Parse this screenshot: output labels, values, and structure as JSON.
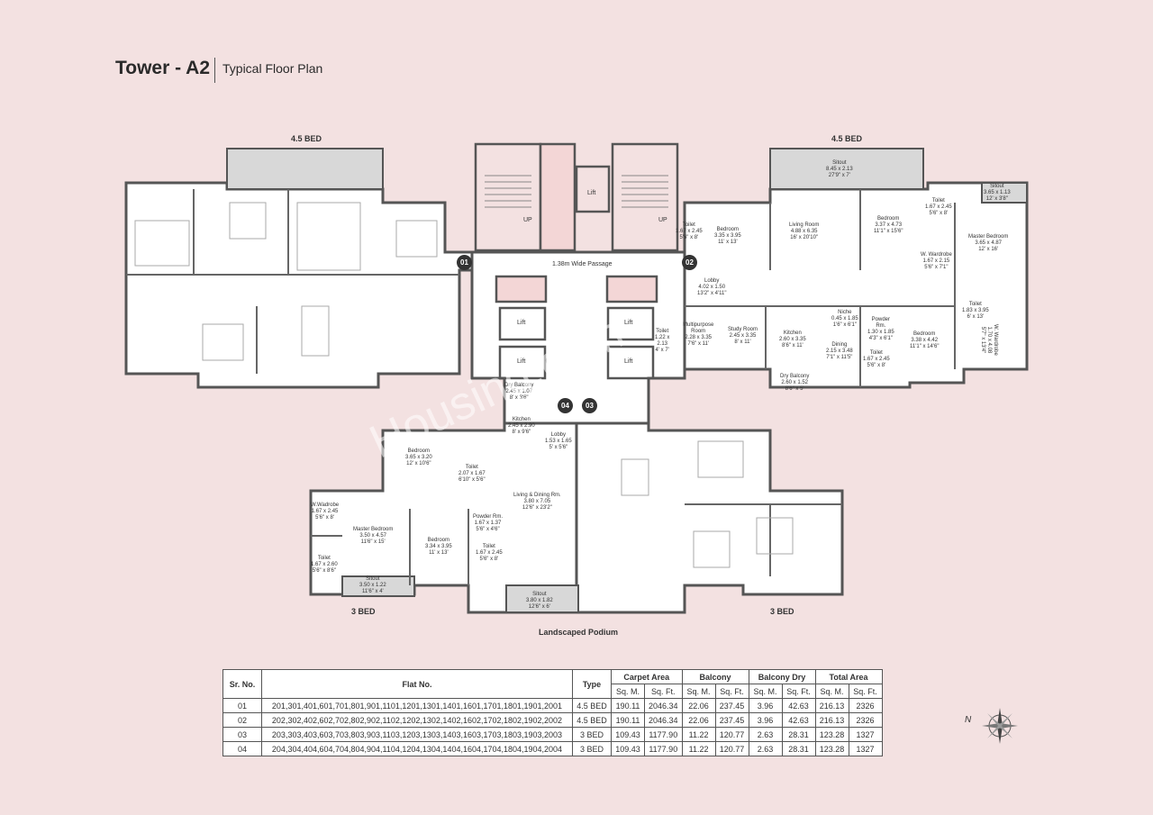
{
  "header": {
    "title": "Tower - A2",
    "subtitle": "Typical Floor Plan"
  },
  "wing_labels": {
    "top_left": "4.5 BED",
    "top_right": "4.5 BED",
    "bottom_left": "3 BED",
    "bottom_right": "3 BED"
  },
  "podium_label": "Landscaped Podium",
  "watermark": "Housing.com",
  "compass_label": "N",
  "unit_markers": [
    "01",
    "02",
    "03",
    "04"
  ],
  "rooms": {
    "passage": "1.38m Wide Passage",
    "lift": "Lift",
    "up": "UP",
    "r_toilet1": [
      "Toilet",
      "1.67 x 2.45",
      "5'6\" x 8'"
    ],
    "r_bedroom1": [
      "Bedroom",
      "3.35 x 3.95",
      "11' x 13'"
    ],
    "r_sitout": [
      "Sitout",
      "8.45 x 2.13",
      "27'9\" x 7'"
    ],
    "r_living": [
      "Living Room",
      "4.88 x 6.35",
      "16' x 20'10\""
    ],
    "r_bedroom2": [
      "Bedroom",
      "3.37 x 4.73",
      "11'1\" x 15'6\""
    ],
    "r_toilet2": [
      "Toilet",
      "1.67 x 2.45",
      "5'6\" x 8'"
    ],
    "r_sitout2": [
      "Sitout",
      "3.65 x 1.13",
      "12' x 3'8\""
    ],
    "r_master": [
      "Master Bedroom",
      "3.65 x 4.87",
      "12' x 16'"
    ],
    "r_wwardrobe": [
      "W. Wardrobe",
      "1.67 x 2.15",
      "5'6\" x 7'1\""
    ],
    "r_lobby": [
      "Lobby",
      "4.02 x 1.50",
      "13'2\" x 4'11\""
    ],
    "r_toilet3": [
      "Toilet",
      "1.22 x",
      "2.13",
      "4' x 7'"
    ],
    "r_multi": [
      "Multipurpose",
      "Room",
      "2.28 x 3.35",
      "7'6\" x 11'"
    ],
    "r_study": [
      "Study Room",
      "2.45 x 3.35",
      "8' x 11'"
    ],
    "r_kitchen": [
      "Kitchen",
      "2.60 x 3.35",
      "8'6\" x 11'"
    ],
    "r_niche": [
      "Niche",
      "0.45 x 1.85",
      "1'6\" x 6'1\""
    ],
    "r_powder": [
      "Powder",
      "Rm.",
      "1.30 x 1.85",
      "4'3\" x 6'1\""
    ],
    "r_toilet4": [
      "Toilet",
      "1.83 x 3.95",
      "6' x 13'"
    ],
    "r_dining": [
      "Dining",
      "2.15 x 3.48",
      "7'1\" x 11'5\""
    ],
    "r_bedroom3": [
      "Bedroom",
      "3.38 x 4.42",
      "11'1\" x 14'6\""
    ],
    "r_toilet5": [
      "Toilet",
      "1.67 x 2.45",
      "5'6\" x 8'"
    ],
    "r_drybal": [
      "Dry Balcony",
      "2.60 x 1.52",
      "8'6\" x 5'"
    ],
    "r_wwardrobe2": [
      "W. Wardrobe",
      "1.70 x 4.08",
      "5'7\" x 13'4\""
    ],
    "b_drybal": [
      "Dry Balcony",
      "2.45 x 1.07",
      "8' x 3'6\""
    ],
    "b_kitchen": [
      "Kitchen",
      "2.45 x 2.90",
      "8' x 9'6\""
    ],
    "b_lobby": [
      "Lobby",
      "1.53 x 1.65",
      "5' x 5'6\""
    ],
    "b_bedroom": [
      "Bedroom",
      "3.65 x 3.20",
      "12' x 10'6\""
    ],
    "b_toilet1": [
      "Toilet",
      "2.07 x 1.67",
      "6'10\" x 5'6\""
    ],
    "b_living": [
      "Living & Dining Rm.",
      "3.80 x 7.05",
      "12'6\" x 23'2\""
    ],
    "b_wardrobe": [
      "W.Wadrobe",
      "1.67 x 2.45",
      "5'6\" x 8'"
    ],
    "b_master": [
      "Master Bedroom",
      "3.50 x 4.57",
      "11'6\" x 15'"
    ],
    "b_bedroom2": [
      "Bedroom",
      "3.34 x 3.95",
      "11' x 13'"
    ],
    "b_powder": [
      "Powder Rm.",
      "1.67 x 1.37",
      "5'6\" x 4'6\""
    ],
    "b_toilet2": [
      "Toilet",
      "1.67 x 2.45",
      "5'6\" x 8'"
    ],
    "b_toilet3": [
      "Toilet",
      "1.67 x 2.60",
      "5'6\" x 8'6\""
    ],
    "b_sitout1": [
      "Sitout",
      "3.50 x 1.22",
      "11'6\" x 4'"
    ],
    "b_sitout2": [
      "Sitout",
      "3.80 x 1.82",
      "12'6\" x 6'"
    ]
  },
  "table": {
    "headers": [
      "Sr. No.",
      "Flat No.",
      "Type",
      "Carpet Area",
      "Balcony",
      "Balcony Dry",
      "Total Area"
    ],
    "subheaders": [
      "Sq. M.",
      "Sq. Ft.",
      "Sq. M.",
      "Sq. Ft.",
      "Sq. M.",
      "Sq. Ft.",
      "Sq. M.",
      "Sq. Ft."
    ],
    "rows": [
      [
        "01",
        "201,301,401,601,701,801,901,1101,1201,1301,1401,1601,1701,1801,1901,2001",
        "4.5 BED",
        "190.11",
        "2046.34",
        "22.06",
        "237.45",
        "3.96",
        "42.63",
        "216.13",
        "2326"
      ],
      [
        "02",
        "202,302,402,602,702,802,902,1102,1202,1302,1402,1602,1702,1802,1902,2002",
        "4.5 BED",
        "190.11",
        "2046.34",
        "22.06",
        "237.45",
        "3.96",
        "42.63",
        "216.13",
        "2326"
      ],
      [
        "03",
        "203,303,403,603,703,803,903,1103,1203,1303,1403,1603,1703,1803,1903,2003",
        "3 BED",
        "109.43",
        "1177.90",
        "11.22",
        "120.77",
        "2.63",
        "28.31",
        "123.28",
        "1327"
      ],
      [
        "04",
        "204,304,404,604,704,804,904,1104,1204,1304,1404,1604,1704,1804,1904,2004",
        "3 BED",
        "109.43",
        "1177.90",
        "11.22",
        "120.77",
        "2.63",
        "28.31",
        "123.28",
        "1327"
      ]
    ]
  }
}
